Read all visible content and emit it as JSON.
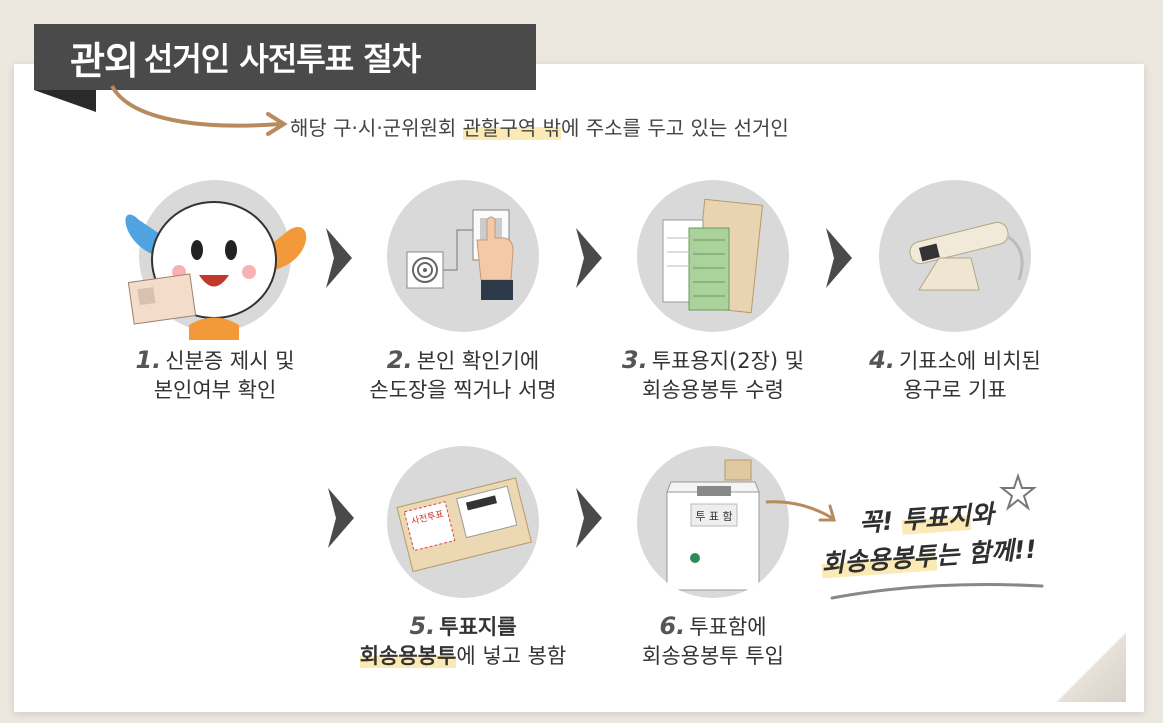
{
  "title": {
    "strong": "관외",
    "rest": "선거인 사전투표 절차"
  },
  "subtitle": {
    "before": "해당 구·시·군위원회 ",
    "highlight": "관할구역 밖",
    "after": "에 주소를 두고 있는 선거인"
  },
  "steps": [
    {
      "num": "1.",
      "line1": "신분증 제시 및",
      "line2": "본인여부 확인"
    },
    {
      "num": "2.",
      "line1": "본인 확인기에",
      "line2": "손도장을 찍거나 서명"
    },
    {
      "num": "3.",
      "line1": "투표용지(2장) 및",
      "line2": "회송용봉투 수령"
    },
    {
      "num": "4.",
      "line1": "기표소에 비치된",
      "line2": "용구로 기표"
    },
    {
      "num": "5.",
      "line1": "투표지를",
      "line2_hl": "회송용봉투",
      "line2_rest": "에 넣고 봉함"
    },
    {
      "num": "6.",
      "line1": "투표함에",
      "line2": "회송용봉투 투입"
    }
  ],
  "box_label": "투 표 함",
  "envelope_label": "사전투표",
  "note": {
    "line1_a": "꼭! ",
    "line1_hl": "투표지",
    "line1_b": "와",
    "line2_hl": "회송용봉투",
    "line2_b": "는 함께!!"
  },
  "icons": [
    "mascot-icon",
    "fingerprint-icon",
    "hand-icon",
    "ballot-papers-icon",
    "stamp-icon",
    "envelope-icon",
    "ballot-box-icon",
    "star-icon"
  ],
  "colors": {
    "accent": "#b98a5e",
    "highlight": "#fbe9b6",
    "title_bg": "#4a4a4a"
  }
}
